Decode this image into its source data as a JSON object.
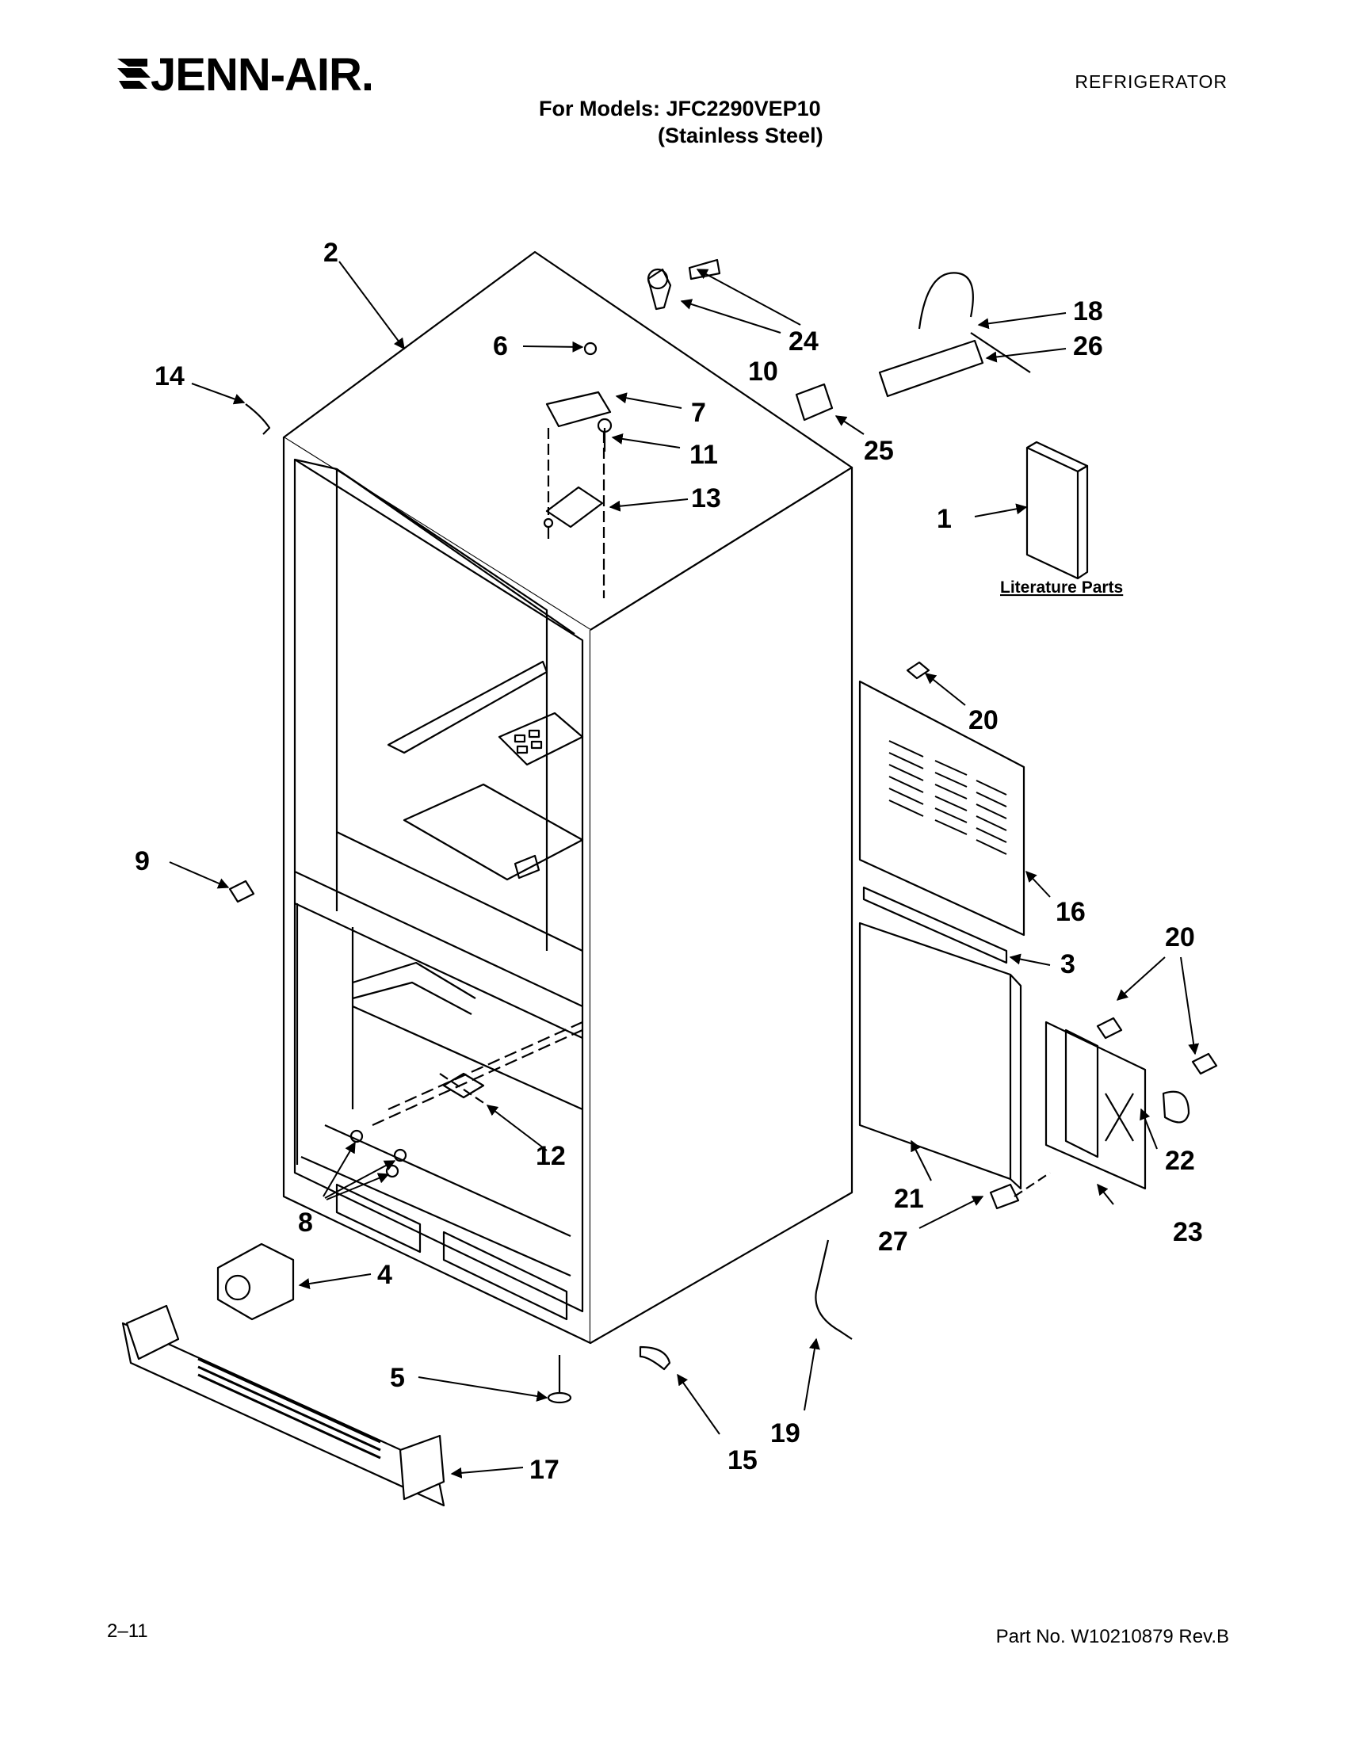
{
  "header": {
    "brand": "JENN-AIR.",
    "doc_type": "REFRIGERATOR",
    "models_line1": "For Models: JFC2290VEP10",
    "models_line2": "(Stainless Steel)"
  },
  "literature_label": "Literature Parts",
  "callouts": [
    "1",
    "2",
    "3",
    "4",
    "5",
    "6",
    "7",
    "8",
    "9",
    "10",
    "11",
    "12",
    "13",
    "14",
    "15",
    "16",
    "17",
    "18",
    "19",
    "20",
    "20",
    "21",
    "22",
    "23",
    "24",
    "25",
    "26",
    "27"
  ],
  "footer": {
    "left": "2–11",
    "right": "Part No. W10210879 Rev.B"
  }
}
